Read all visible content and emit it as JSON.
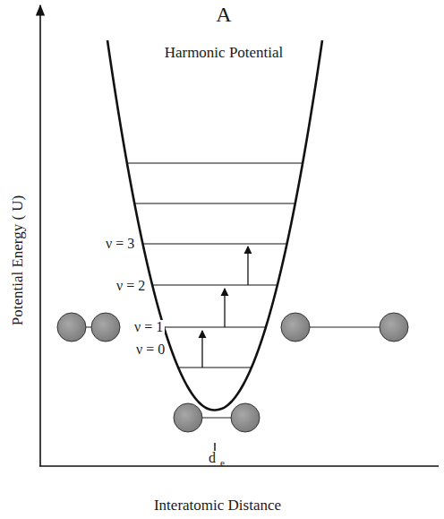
{
  "diagram": {
    "title": "A",
    "labels": [
      "Harmonic Potential",
      "ν = 3",
      "ν = 2",
      "ν = 1",
      "ν = 0",
      "Potential Energy ( U)",
      "d",
      "e",
      "Interatomic Distance"
    ]
  }
}
